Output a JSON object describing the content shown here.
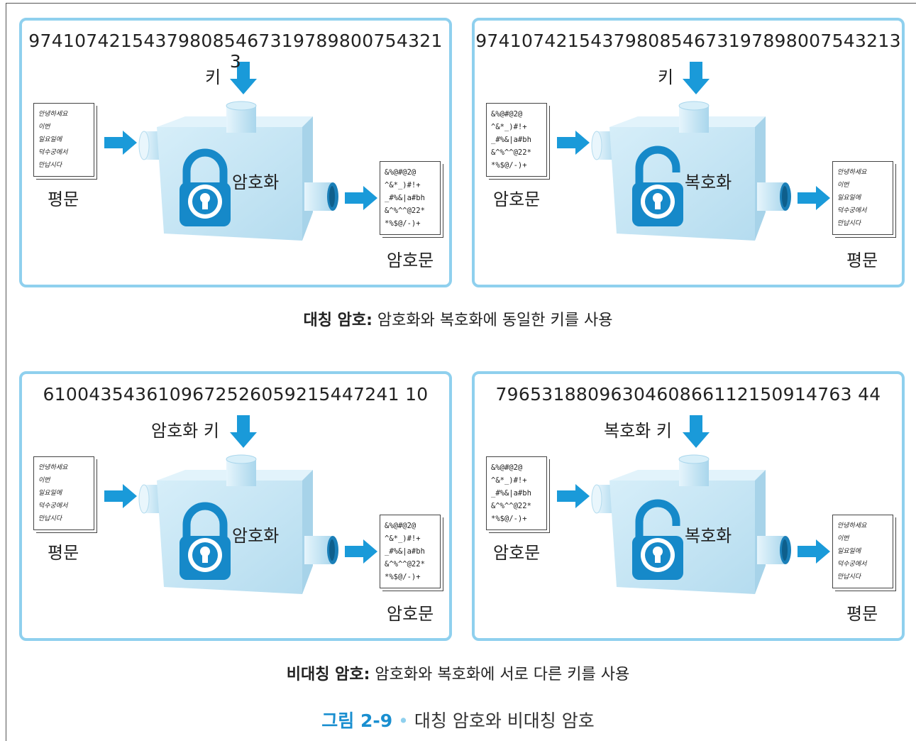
{
  "panels": [
    {
      "key_number": "974107421543798085467319789800754321 3",
      "key_label": "키",
      "input_doc_label": "평문",
      "input_doc_lines": [
        "안녕하세요",
        "이번",
        "일요일에",
        "덕수궁에서",
        "만납시다"
      ],
      "input_doc_kind": "plain",
      "box_label": "암호화",
      "lock_state": "locked",
      "output_doc_label": "암호문",
      "output_doc_lines": [
        "&%@#@2@",
        "^&*_)#!+",
        "_#%&|a#bh",
        "&^%^^@22*",
        "*%$@/-)+"
      ],
      "output_doc_kind": "cipher"
    },
    {
      "key_number": "9741074215437980854673197898007543213",
      "key_label": "키",
      "input_doc_label": "암호문",
      "input_doc_lines": [
        "&%@#@2@",
        "^&*_)#!+",
        "_#%&|a#bh",
        "&^%^^@22*",
        "*%$@/-)+"
      ],
      "input_doc_kind": "cipher",
      "box_label": "복호화",
      "lock_state": "unlocked",
      "output_doc_label": "평문",
      "output_doc_lines": [
        "안녕하세요",
        "이번",
        "일요일에",
        "덕수궁에서",
        "만납시다"
      ],
      "output_doc_kind": "plain"
    },
    {
      "key_number": "6100435436109672526059215447241 10",
      "key_label": "암호화 키",
      "input_doc_label": "평문",
      "input_doc_lines": [
        "안녕하세요",
        "이번",
        "일요일에",
        "덕수궁에서",
        "만납시다"
      ],
      "input_doc_kind": "plain",
      "box_label": "암호화",
      "lock_state": "locked",
      "output_doc_label": "암호문",
      "output_doc_lines": [
        "&%@#@2@",
        "^&*_)#!+",
        "_#%&|a#bh",
        "&^%^^@22*",
        "*%$@/-)+"
      ],
      "output_doc_kind": "cipher"
    },
    {
      "key_number": "7965318809630460866112150914763 44",
      "key_label": "복호화 키",
      "input_doc_label": "암호문",
      "input_doc_lines": [
        "&%@#@2@",
        "^&*_)#!+",
        "_#%&|a#bh",
        "&^%^^@22*",
        "*%$@/-)+"
      ],
      "input_doc_kind": "cipher",
      "box_label": "복호화",
      "lock_state": "unlocked",
      "output_doc_label": "평문",
      "output_doc_lines": [
        "안녕하세요",
        "이번",
        "일요일에",
        "덕수궁에서",
        "만납시다"
      ],
      "output_doc_kind": "plain"
    }
  ],
  "captions": {
    "symmetric_bold": "대칭 암호:",
    "symmetric_text": " 암호화와 복호화에 동일한 키를 사용",
    "asymmetric_bold": "비대칭 암호:",
    "asymmetric_text": " 암호화와 복호화에 서로 다른 키를 사용"
  },
  "figure": {
    "number": "그림 2-9",
    "separator": "•",
    "title": "대칭 암호와 비대칭 암호"
  },
  "colors": {
    "panel_border": "#8fd0ee",
    "box_fill": "#c9e8f6",
    "arrow": "#1a9ad9",
    "lock": "#1689c9"
  }
}
